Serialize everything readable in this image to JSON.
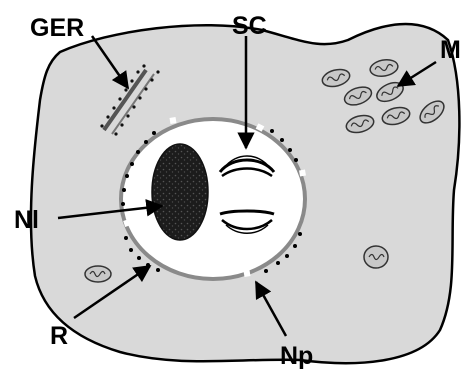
{
  "labels": {
    "ger": "GER",
    "sc": "SC",
    "m": "M",
    "nl": "Nl",
    "r": "R",
    "np": "Np"
  },
  "colors": {
    "cytoplasm": "#d9d9d9",
    "nucleus": "#ffffff",
    "nucleolus": "#1f1f1f",
    "ink": "#000000",
    "envelope": "#8a8a8a",
    "mito_fill": "#c8c8c8"
  },
  "icons": {
    "mitochondrion": "mitochondrion-icon",
    "ribosome": "ribosome-dot",
    "nucleolus": "nucleolus-blob"
  }
}
